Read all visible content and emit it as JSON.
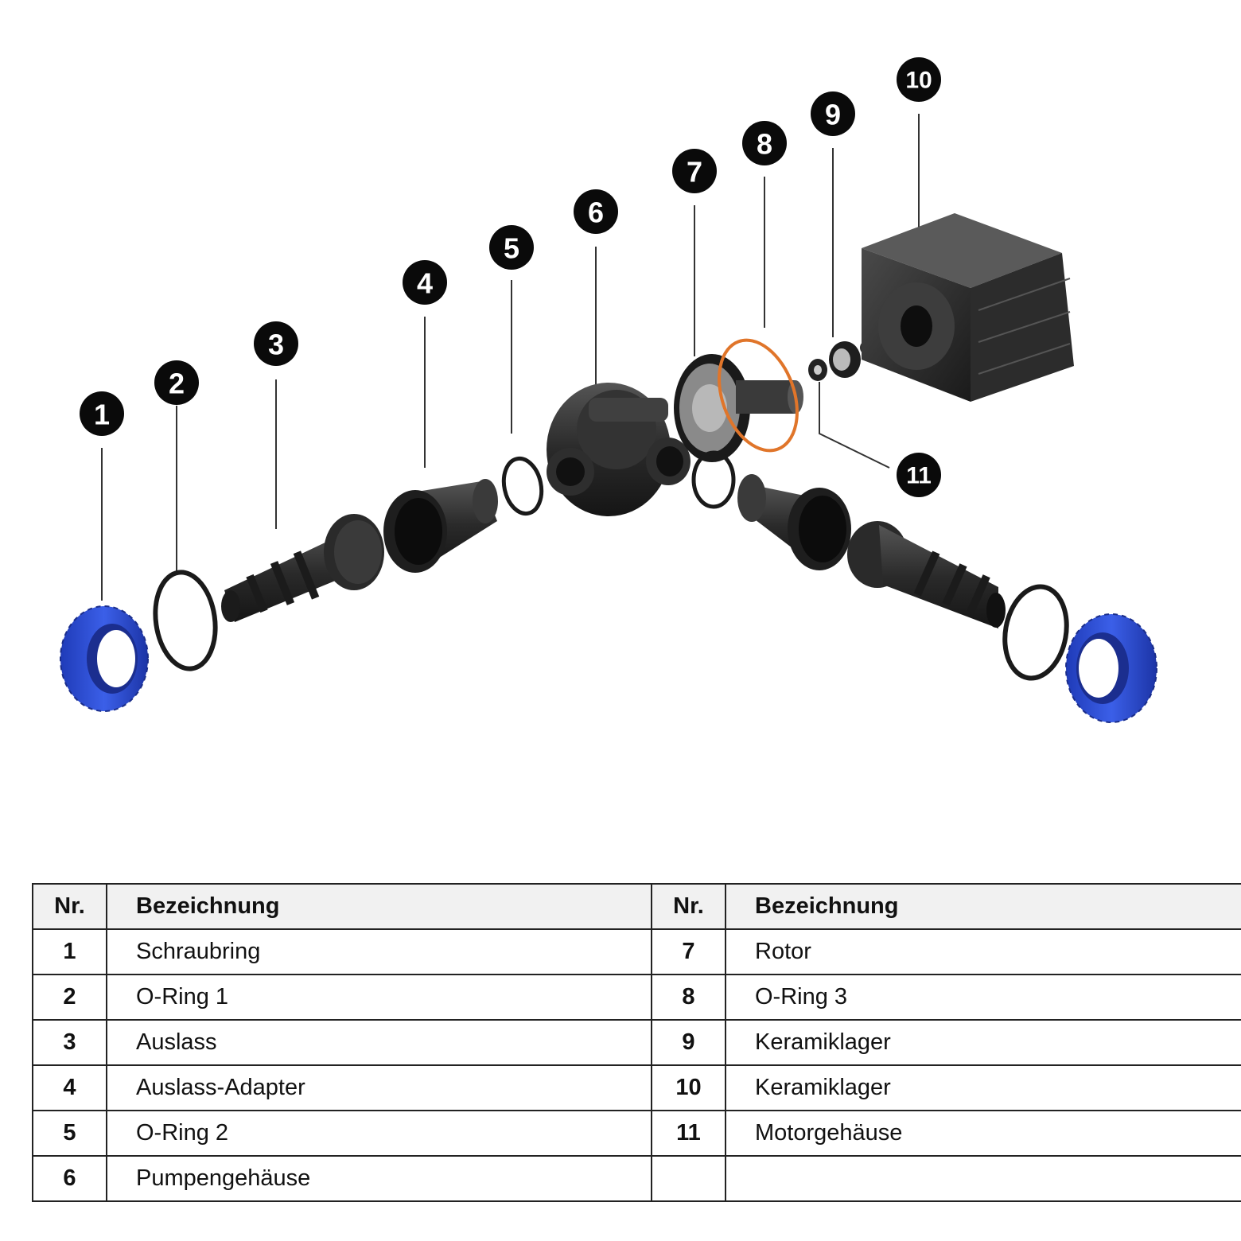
{
  "colors": {
    "badge": "#0a0a0a",
    "leader": "#333333",
    "nut_blue": "#2f4fd6",
    "part_dark": "#2b2b2b",
    "part_mid": "#3d3d3d",
    "oring": "#1a1a1a",
    "orange_oring": "#e0752a",
    "table_header_bg": "#f1f1f1",
    "table_border": "#222222"
  },
  "callouts": [
    "1",
    "2",
    "3",
    "4",
    "5",
    "6",
    "7",
    "8",
    "9",
    "10",
    "11"
  ],
  "table": {
    "headers": [
      "Nr.",
      "Bezeichnung",
      "Nr.",
      "Bezeichnung"
    ],
    "rows": [
      {
        "nr_left": "1",
        "name_left": "Schraubring",
        "nr_right": "7",
        "name_right": "Rotor"
      },
      {
        "nr_left": "2",
        "name_left": "O-Ring 1",
        "nr_right": "8",
        "name_right": "O-Ring 3"
      },
      {
        "nr_left": "3",
        "name_left": "Auslass",
        "nr_right": "9",
        "name_right": "Keramiklager"
      },
      {
        "nr_left": "4",
        "name_left": "Auslass-Adapter",
        "nr_right": "10",
        "name_right": "Keramiklager"
      },
      {
        "nr_left": "5",
        "name_left": "O-Ring 2",
        "nr_right": "11",
        "name_right": "Motorgehäuse"
      },
      {
        "nr_left": "6",
        "name_left": "Pumpengehäuse",
        "nr_right": "",
        "name_right": ""
      }
    ]
  }
}
